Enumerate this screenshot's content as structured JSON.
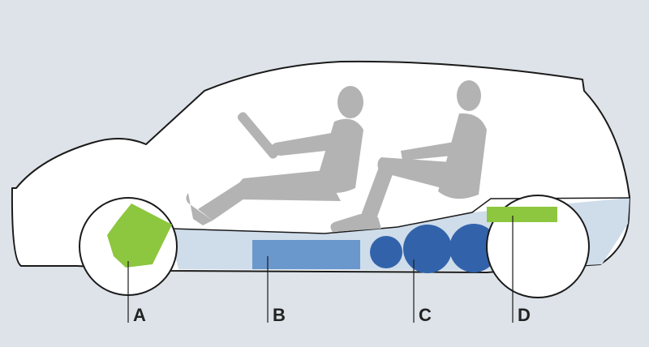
{
  "colors": {
    "background": "#dde3e8",
    "body_fill": "#ffffff",
    "outline": "#1a1a1a",
    "floor_fill": "#cfdcea",
    "person": "#b3b3b3",
    "component_green": "#8dc63f",
    "component_light_blue": "#6a97cc",
    "component_dark_blue": "#3263aa"
  },
  "components": [
    {
      "id": "A",
      "label": "A",
      "icon": "engine-block-icon"
    },
    {
      "id": "B",
      "label": "B",
      "icon": "battery-pack-icon"
    },
    {
      "id": "C",
      "label": "C",
      "icon": "fuel-tank-icon"
    },
    {
      "id": "D",
      "label": "D",
      "icon": "rear-module-icon"
    }
  ]
}
